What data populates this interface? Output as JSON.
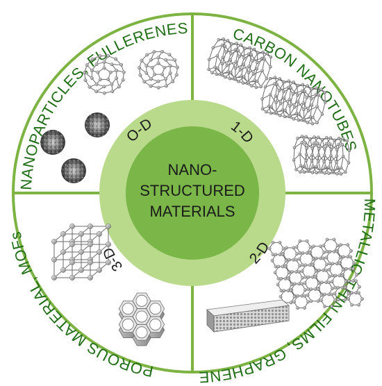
{
  "colors": {
    "ring": "#7cb342",
    "outer_zone": "#b9d98b",
    "core": "#7ab648",
    "label_text": "#1f6e16",
    "ink": "#1a1a1a"
  },
  "center": {
    "lines": [
      "NANO-",
      "STRUCTURED",
      "MATERIALS"
    ]
  },
  "quadrants": [
    {
      "key": "zero_d",
      "dimension": "O-D",
      "title": "NANOPARTICLES, FULLERENES"
    },
    {
      "key": "one_d",
      "dimension": "1-D",
      "title": "CARBON NANOTUBES"
    },
    {
      "key": "two_d",
      "dimension": "2-D",
      "title": "METALLIC THIN FILMS, GRAPHENE"
    },
    {
      "key": "three_d",
      "dimension": "3-D",
      "title": "POROUS MATERIAL, MOFs"
    }
  ],
  "icons": {
    "fullerene": "fullerene-icon",
    "nanoparticle": "nanoparticle-icon",
    "nanotube": "nanotube-icon",
    "graphene": "graphene-sheet-icon",
    "thin_film": "thin-film-slab-icon",
    "lattice": "cubic-lattice-icon",
    "porous": "porous-honeycomb-icon"
  }
}
